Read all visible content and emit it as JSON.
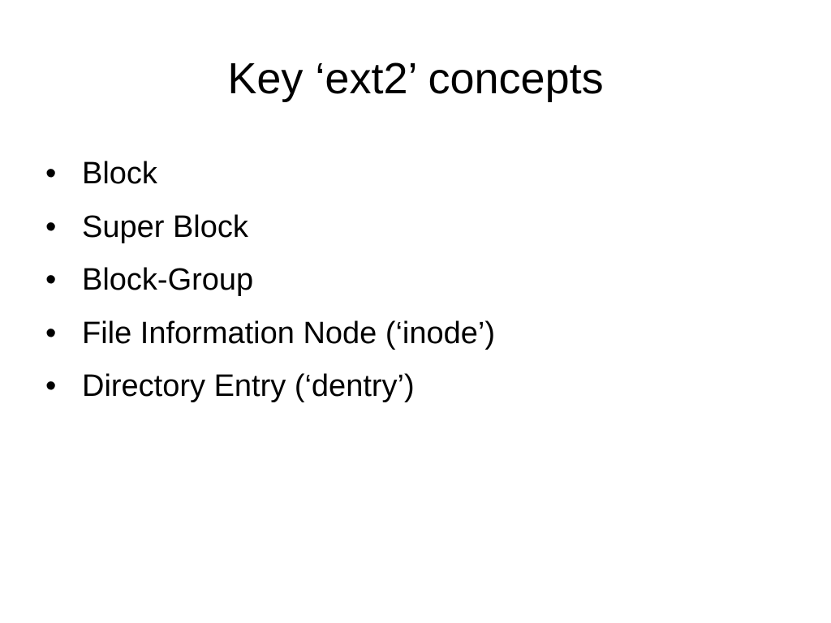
{
  "slide": {
    "title": "Key ‘ext2’ concepts",
    "bullet_symbol": "•",
    "bullets": [
      "Block",
      "Super Block",
      "Block-Group",
      "File Information Node (‘inode’)",
      "Directory Entry (‘dentry’)"
    ]
  }
}
